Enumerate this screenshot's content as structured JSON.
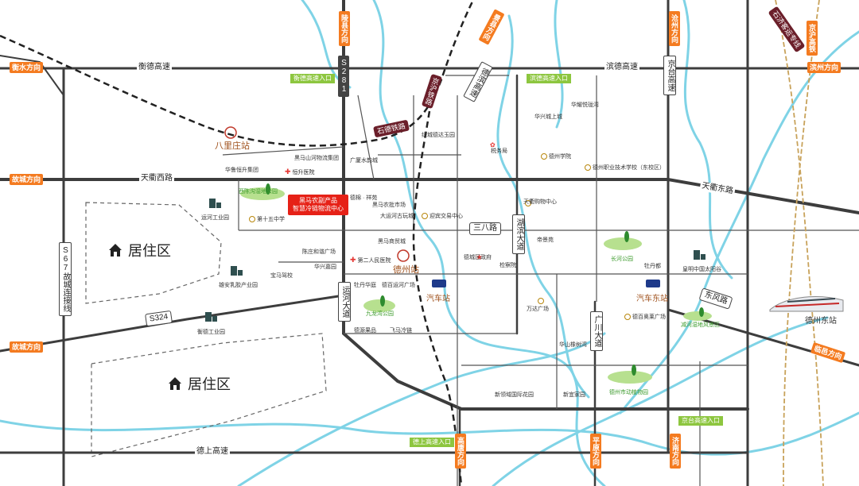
{
  "directions": {
    "hengshui": "衡水方向",
    "gucheng_top": "故城方向",
    "gucheng_bottom": "故城方向",
    "lingxian": "陵县方向",
    "jingcheng": "景县方向",
    "cangzhou": "沧州方向",
    "jinghu_rail": "京沪高铁",
    "binzhou": "滨州方向",
    "linyi": "临邑方向",
    "gaotang": "高唐方向",
    "pingyuan": "平原方向",
    "jinan": "济南方向"
  },
  "roads": {
    "hengde": "衡德高速",
    "binde": "滨德高速",
    "tianqu_west": "天衢西路",
    "tianqu_east": "天衢东路",
    "deshang": "德上高速",
    "sanba": "三八路",
    "s324": "S324",
    "dongfeng": "东风路",
    "s281": "S281",
    "s67": "S67故城连接线",
    "yunhe": "运河大道",
    "hubin": "湖滨大道",
    "guangchuan": "广川大道",
    "jingtai": "京台高速",
    "dezhou_binzhou": "德滨高速"
  },
  "railways": {
    "shide": "石德铁路",
    "jinghu": "京沪铁路",
    "shijijin": "石济客运专线"
  },
  "entrances": {
    "hengde": "衡德高速入口",
    "binde": "滨德高速入口",
    "deshang": "德上高速入口",
    "jingtai": "京台高速入口"
  },
  "stations": {
    "balizhuang": "八里庄站",
    "dezhou": "德州站",
    "bus": "汽车站",
    "bus_east": "汽车东站",
    "dezhou_east": "德州东站"
  },
  "zones": [
    "居住区",
    "居住区"
  ],
  "project": {
    "line1": "黑马农副产品",
    "line2": "智慧冷链物流中心"
  },
  "parks": {
    "xichenhe": "西陈沟湿地公园",
    "jiulonghe": "九龙湾公园",
    "changhe": "长河公园",
    "jianhe": "减河湿地风景区",
    "zoo": "德州市动植物园"
  },
  "pois": {
    "heima_logistics": "黑马山河物流集团",
    "hualu": "华鲁恒升集团",
    "hengsheng": "恒升医院",
    "guangsha": "广厦水韵城",
    "lvcheng": "绿城德达玉园",
    "tax": "税务局",
    "huaxing": "华兴城上城",
    "huayao": "华耀悦珑湾",
    "dezhou_college": "德州学院",
    "vocational": "德州职业技术学校（东校区）",
    "yunhe_industrial": "运河工业园",
    "school15": "第十五中学",
    "demian": "德棉 · 祥苑",
    "heima_market": "黑马农批市场",
    "grand_canal": "大运河古玩城",
    "yingbin": "迎宾交易中心",
    "heima_trade": "黑马商贸城",
    "chenzhuang": "陈庄和谐广场",
    "huaxing_garden": "华兴嘉园",
    "baoma": "宝马驾校",
    "xiongan": "雄安乳胶产业园",
    "hospital2": "第二人民医院",
    "mudan_huating": "牡丹华庭",
    "debai_yunhe": "德百运河广场",
    "deyuan": "德源果品",
    "feima": "飞马冷链",
    "hengde_industrial": "衡德工业园",
    "tianqu_mall": "天衢购物中心",
    "dijing": "帝景苑",
    "decheng_gov": "德城区政府",
    "procuratorate": "检察院",
    "mudan_du": "牡丹都",
    "solar": "皇明中国太阳谷",
    "wanda": "万达广场",
    "debai_aolai": "德百奥莱广场",
    "huashan": "华山橡树湾",
    "xinling": "新领域国际花园",
    "xinyi": "新宜家园"
  }
}
